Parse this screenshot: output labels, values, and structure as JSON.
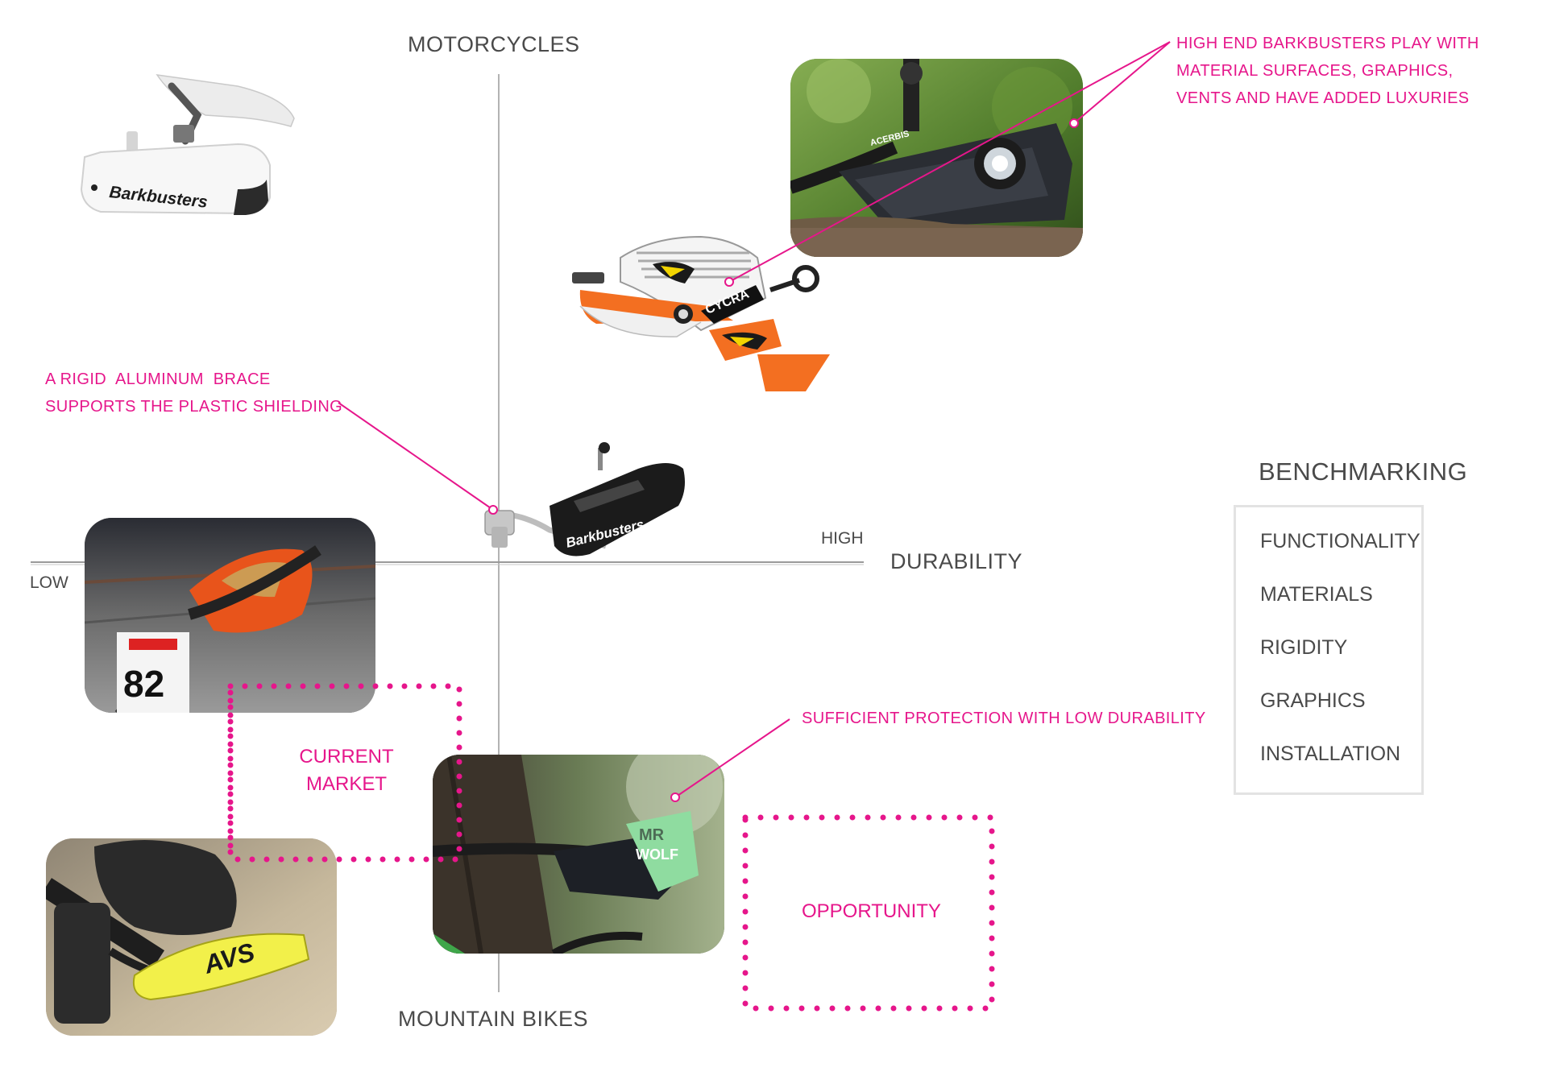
{
  "axes": {
    "top_label": "MOTORCYCLES",
    "bottom_label": "MOUNTAIN BIKES",
    "right_label": "DURABILITY",
    "high_label": "HIGH",
    "low_label": "LOW"
  },
  "annotations": {
    "high_end": [
      "HIGH END BARKBUSTERS PLAY WITH",
      "MATERIAL SURFACES, GRAPHICS,",
      "VENTS AND HAVE ADDED LUXURIES"
    ],
    "aluminum": [
      "A RIGID  ALUMINUM  BRACE",
      "SUPPORTS THE PLASTIC SHIELDING"
    ],
    "sufficient": "SUFFICIENT PROTECTION WITH LOW DURABILITY",
    "current_market": [
      "CURRENT",
      "MARKET"
    ],
    "opportunity": "OPPORTUNITY"
  },
  "products": {
    "barkbusters_white": "Barkbusters",
    "barkbusters_black": "Barkbusters",
    "cycra": "CYCRA",
    "acerbis": "ACERBIS",
    "mr_wolf": [
      "MR",
      "WOLF"
    ],
    "avs": "AVS",
    "race_number": "82"
  },
  "benchmarking": {
    "title": "BENCHMARKING",
    "items": [
      "FUNCTIONALITY",
      "MATERIALS",
      "RIGIDITY",
      "GRAPHICS",
      "INSTALLATION"
    ]
  },
  "colors": {
    "accent": "#e6168b",
    "text": "#4a4a4a",
    "axis": "#9a9a9a",
    "box_border": "#e3e3e3",
    "orange": "#f36f21"
  }
}
